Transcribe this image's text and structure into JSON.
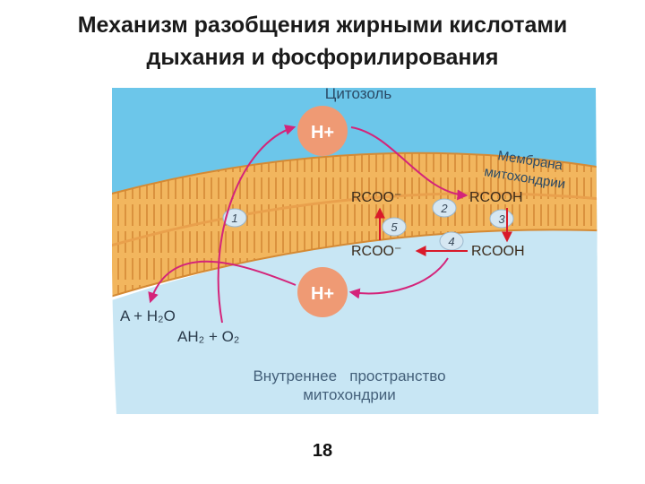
{
  "title": {
    "line1": "Механизм разобщения жирными кислотами",
    "line2": "дыхания и фосфорилирования"
  },
  "diagram": {
    "labels": {
      "cytosol": "Цитозоль",
      "membrane_line1": "Мембрана",
      "membrane_line2": "митохондрии",
      "inner_line1": "Внутреннее   пространство",
      "inner_line2": "митохондрии"
    },
    "ions": {
      "h_plus_top": "H+",
      "h_plus_bottom": "H+"
    },
    "molecules": {
      "rcoo_upper": "RCOO⁻",
      "rcooh_upper": "RCOOH",
      "rcoo_lower": "RCOO⁻",
      "rcooh_lower": "RCOOH"
    },
    "reactions": {
      "product": "A + H₂O",
      "substrate": "AH₂ + O₂"
    },
    "steps": [
      "1",
      "2",
      "3",
      "4",
      "5"
    ],
    "colors": {
      "cytosol": "#6cc6ea",
      "membrane": "#f2b65e",
      "inner_space": "#c8e6f4",
      "ion": "#ef9a74",
      "arrow_magenta": "#d4247a",
      "arrow_red": "#d91a2a"
    }
  },
  "page_number": "18"
}
